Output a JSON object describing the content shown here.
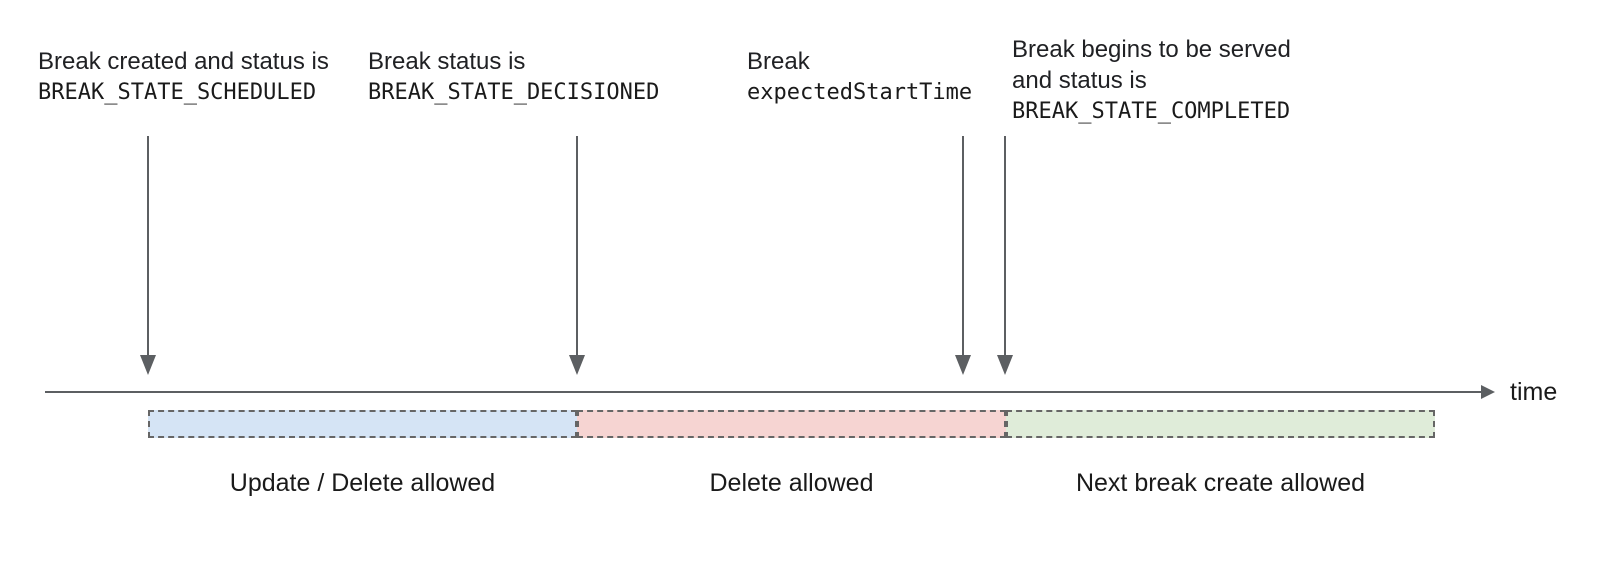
{
  "diagram": {
    "title_hint": "Break lifecycle timeline",
    "annotations": [
      {
        "lines": [
          "Break created and status is"
        ],
        "code": "BREAK_STATE_SCHEDULED"
      },
      {
        "lines": [
          "Break status is"
        ],
        "code": "BREAK_STATE_DECISIONED"
      },
      {
        "lines": [
          "Break"
        ],
        "code": "expectedStartTime"
      },
      {
        "lines": [
          "Break begins to be served",
          "and status is"
        ],
        "code": "BREAK_STATE_COMPLETED"
      }
    ],
    "axis": {
      "label": "time"
    },
    "segments": [
      {
        "label": "Update / Delete allowed",
        "fill": "#d5e4f5"
      },
      {
        "label": "Delete allowed",
        "fill": "#f6d4d2"
      },
      {
        "label": "Next break create allowed",
        "fill": "#dfecd9"
      }
    ],
    "colors": {
      "arrow_gray": "#5c5f62",
      "dash_border": "#666666",
      "text": "#202124"
    }
  }
}
